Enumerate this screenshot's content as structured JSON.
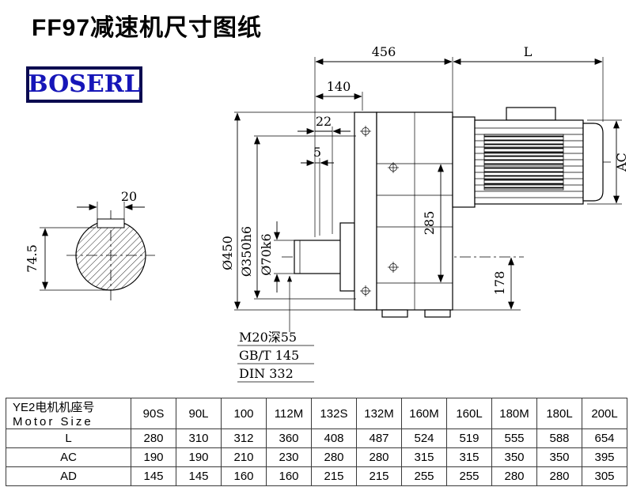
{
  "title": "FF97减速机尺寸图纸",
  "logo": {
    "text": "BOSERL",
    "text_color": "#1616b8",
    "border_color": "#0a0a50"
  },
  "drawing": {
    "dim_456": "456",
    "dim_L": "L",
    "dim_140": "140",
    "dim_22": "22",
    "dim_5": "5",
    "dim_AC": "AC",
    "dim_285": "285",
    "dim_178": "178",
    "dim_d450": "Ø450",
    "dim_d350": "Ø350h6",
    "dim_d70": "Ø70k6",
    "dim_20": "20",
    "dim_745": "74.5",
    "note_tap": "M20深55",
    "note_gbt": "GB/T 145",
    "note_din": "DIN 332"
  },
  "table": {
    "header_cn": "YE2电机机座号",
    "header_en": "Motor Size",
    "columns": [
      "90S",
      "90L",
      "100",
      "112M",
      "132S",
      "132M",
      "160M",
      "160L",
      "180M",
      "180L",
      "200L"
    ],
    "rows": [
      {
        "label": "L",
        "values": [
          "280",
          "310",
          "312",
          "360",
          "408",
          "487",
          "524",
          "519",
          "555",
          "588",
          "654"
        ]
      },
      {
        "label": "AC",
        "values": [
          "190",
          "190",
          "210",
          "230",
          "280",
          "280",
          "315",
          "315",
          "350",
          "350",
          "395"
        ]
      },
      {
        "label": "AD",
        "values": [
          "145",
          "145",
          "160",
          "160",
          "215",
          "215",
          "255",
          "255",
          "280",
          "280",
          "305"
        ]
      }
    ]
  }
}
